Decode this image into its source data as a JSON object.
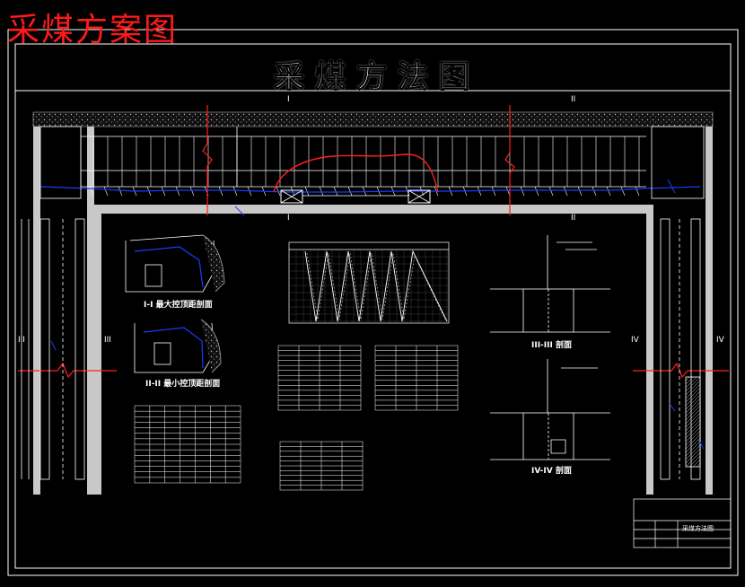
{
  "overlay_title": "采煤方案图",
  "main_title": "采煤方法图",
  "section_markers": {
    "s1_top": "I",
    "s1_bottom": "I",
    "s2_top": "II",
    "s2_bottom": "II",
    "s3_left": "III",
    "s3_right": "III",
    "s4_left": "IV",
    "s4_right": "IV"
  },
  "captions": {
    "max_control": "I-I  最大控顶距剖面",
    "min_control": "II-II  最小控顶距剖面",
    "section_3": "III-III 剖面",
    "section_4": "IV-IV 剖面"
  },
  "title_block": {
    "drawing_name": "采煤方法图"
  },
  "colors": {
    "lines": "#ffffff",
    "roadway": "#d0d0d0",
    "hydraulic": "#1a3cff",
    "marker": "#ff2020",
    "background": "#000000"
  }
}
